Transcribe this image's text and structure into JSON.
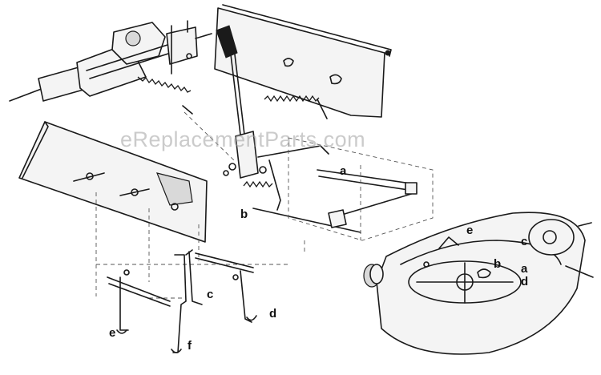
{
  "watermark": "eReplacementParts.com",
  "callouts": {
    "a_upper": "a",
    "b_upper": "b",
    "c_lower": "c",
    "d_lower": "d",
    "e_lower": "e",
    "f_lower": "f",
    "e_deck": "e",
    "c_deck": "c",
    "b_deck": "b",
    "a_deck": "a",
    "d_deck": "d"
  },
  "colors": {
    "line": "#1a1a1a",
    "watermark": "#a0a0a0",
    "background": "#ffffff"
  }
}
